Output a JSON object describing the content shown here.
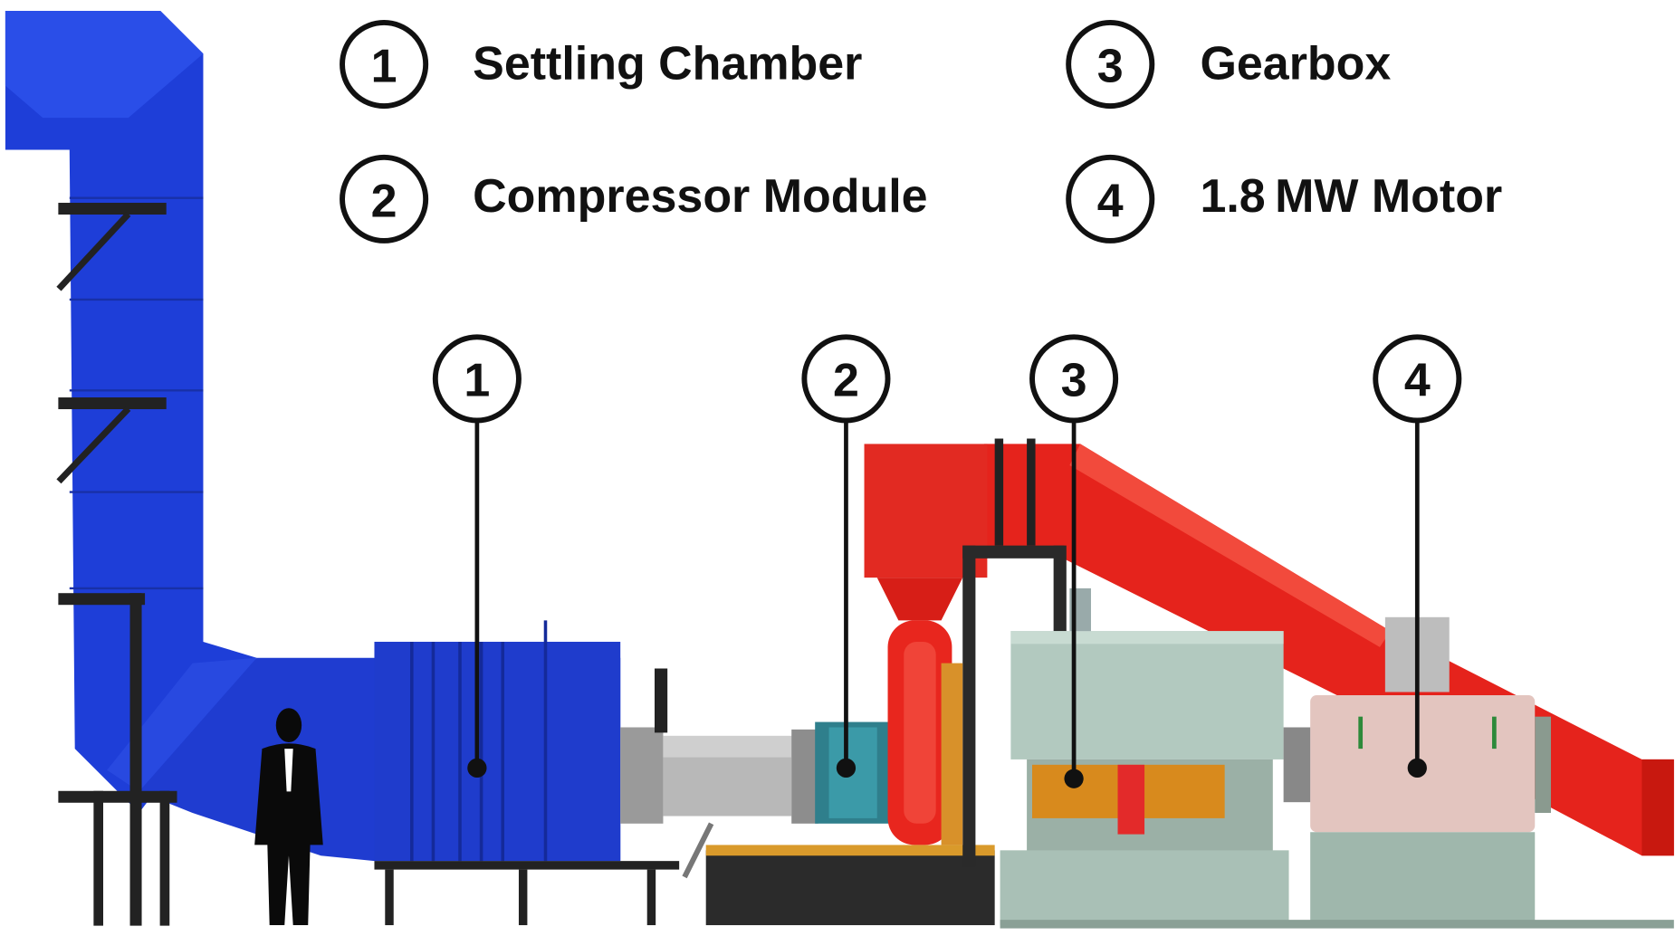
{
  "legend": [
    {
      "number": "1",
      "label": "Settling Chamber"
    },
    {
      "number": "2",
      "label": "Compressor Module"
    },
    {
      "number": "3",
      "label": "Gearbox"
    },
    {
      "number": "4",
      "label": "1.8 MW Motor"
    }
  ],
  "callouts": [
    "1",
    "2",
    "3",
    "4"
  ],
  "colors": {
    "intake_duct": "#1f3fd6",
    "exhaust_duct": "#e8231f",
    "gearbox": "#a9c0b6",
    "motor": "#e3c3bd"
  }
}
